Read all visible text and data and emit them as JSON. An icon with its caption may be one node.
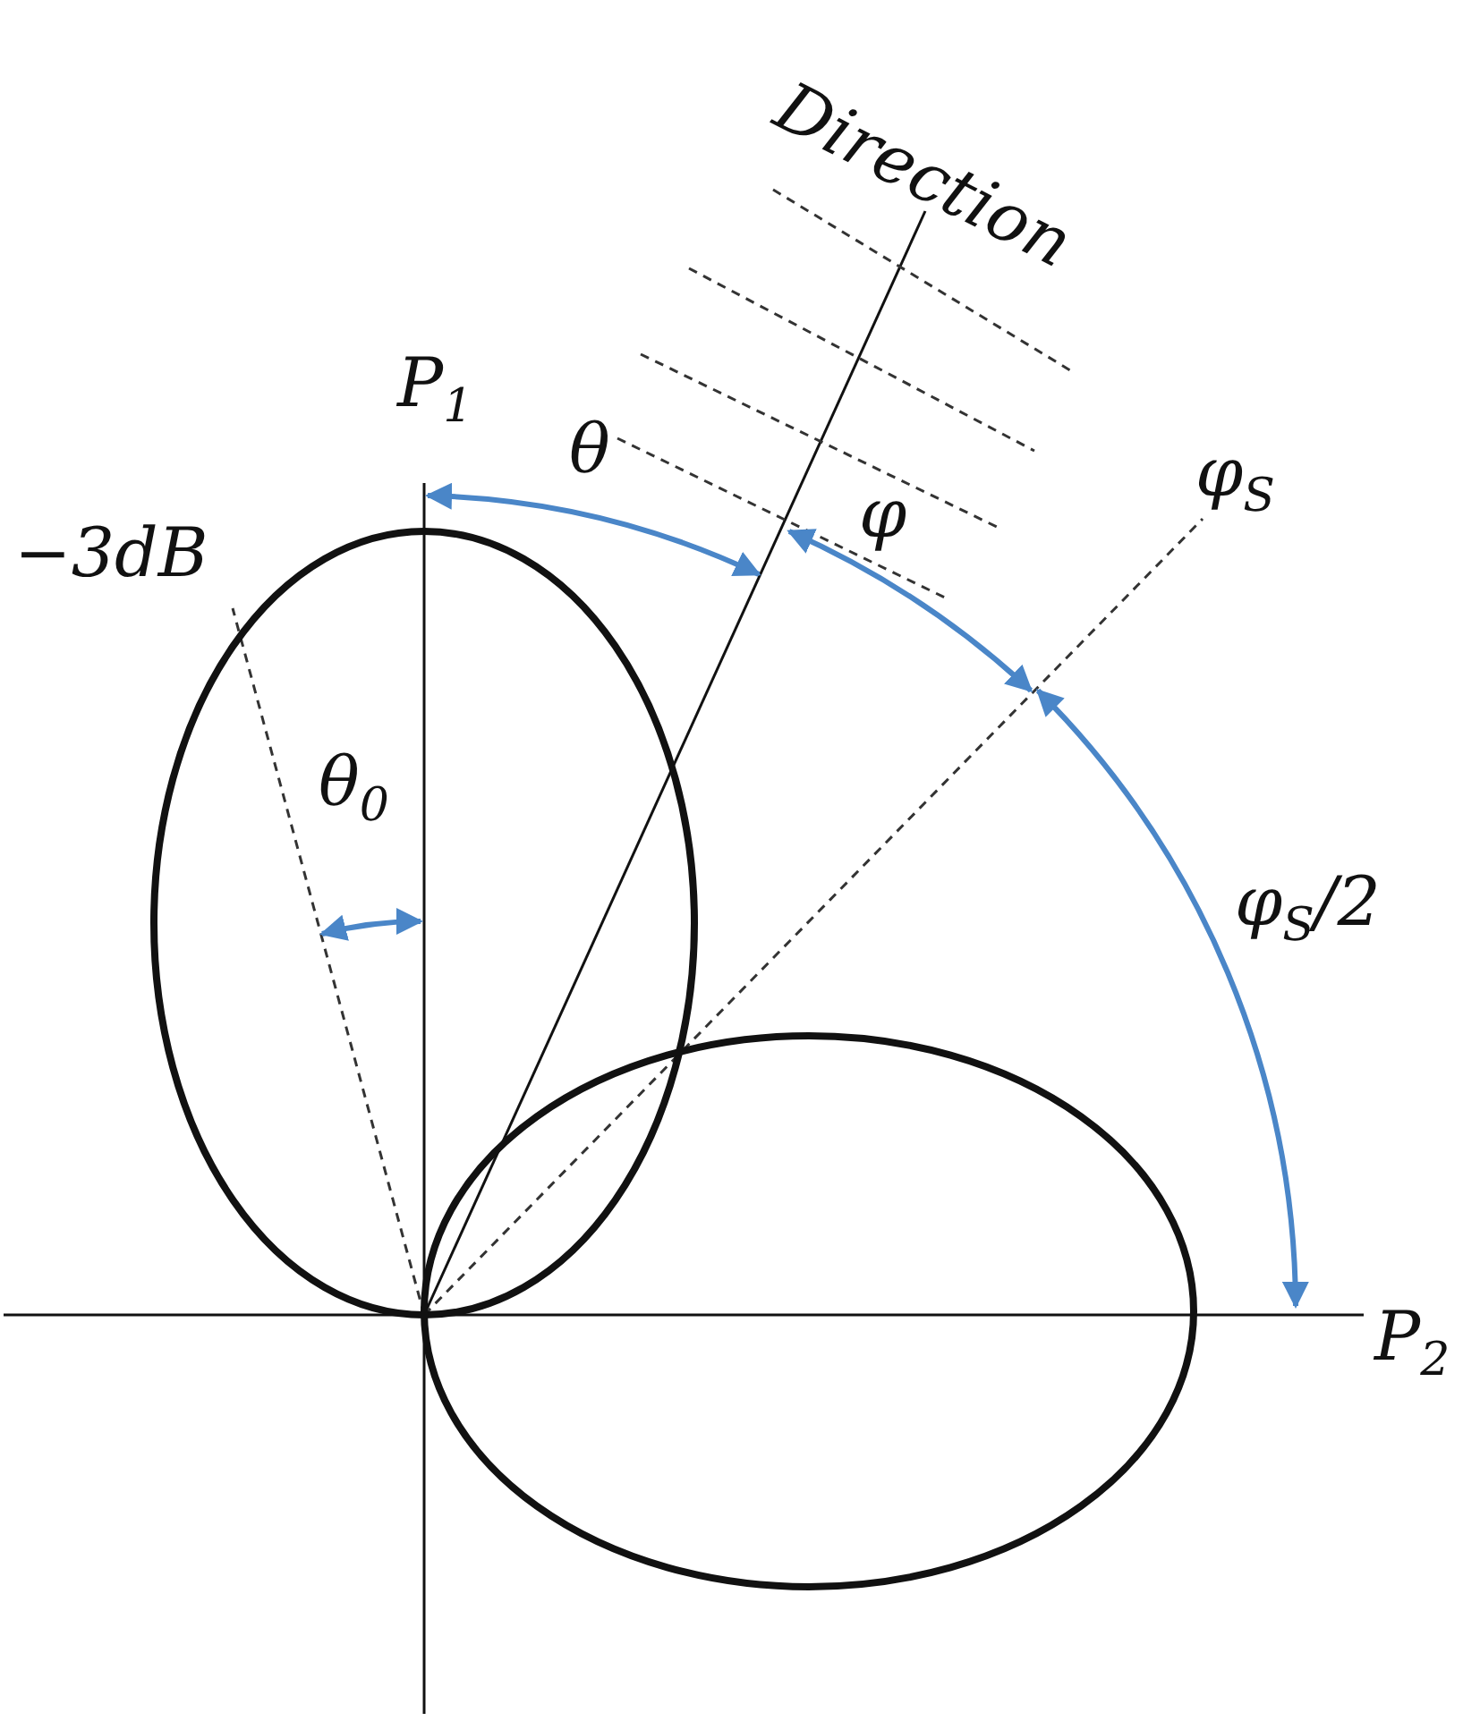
{
  "diagram": {
    "labels": [
      "Direction",
      "P$_{1}$",
      "θ",
      "φ$_{S}$",
      "−3dB",
      "φ",
      "θ$_{0}$",
      "φ$_{S}$/2",
      "P$_{2}$"
    ]
  }
}
